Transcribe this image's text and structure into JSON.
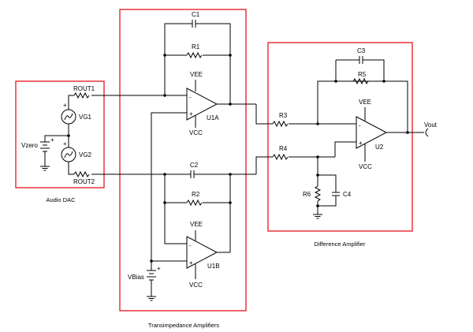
{
  "colors": {
    "wire": "#000000",
    "frame": "#e8141c",
    "background": "#ffffff"
  },
  "blocks": {
    "audio_dac": "Audio DAC",
    "transimpedance": "Transimpedance Amplifiers",
    "difference": "Difference Amplifier"
  },
  "components": {
    "rout1": "ROUT1",
    "rout2": "ROUT2",
    "vg1": "VG1",
    "vg2": "VG2",
    "vzero": "Vzero",
    "c1": "C1",
    "r1": "R1",
    "c2": "C2",
    "r2": "R2",
    "u1a": "U1A",
    "u1b": "U1B",
    "vbias": "VBias",
    "r3": "R3",
    "r4": "R4",
    "r5": "R5",
    "r6": "R6",
    "c3": "C3",
    "c4": "C4",
    "u2": "U2"
  },
  "rails": {
    "vee": "VEE",
    "vcc": "VCC"
  },
  "output": "Vout",
  "polarity": {
    "plus": "+",
    "minus": "-"
  }
}
